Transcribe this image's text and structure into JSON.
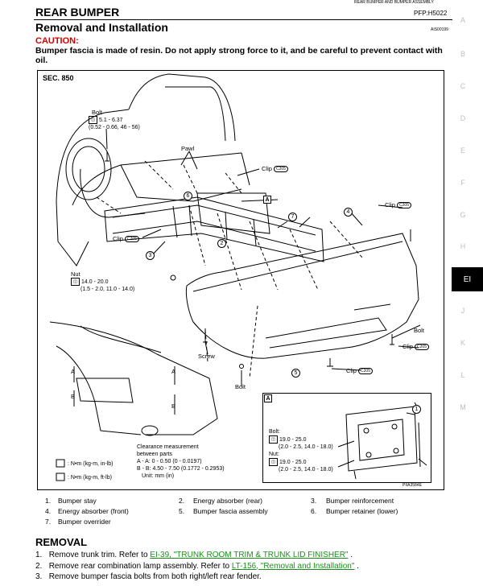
{
  "header": {
    "top_small": "REAR BUMPER AND BUMPER ASSEMBLY",
    "section_title": "REAR BUMPER",
    "pfp_code": "PFP:H5022",
    "subsection_title": "Removal and Installation",
    "art_code": "AIS00199"
  },
  "caution": {
    "heading": "CAUTION:",
    "text": "Bumper fascia is made of resin. Do not apply strong force to it, and be careful to prevent contact with oil."
  },
  "side_index": [
    "A",
    "B",
    "C",
    "D",
    "E",
    "F",
    "G",
    "H",
    "EI",
    "J",
    "K",
    "L",
    "M"
  ],
  "active_tab": "EI",
  "figure": {
    "sec_label": "SEC. 850",
    "bolt_label": "Bolt",
    "bolt_torque_1": "5.1 - 6.37",
    "bolt_torque_1b": "(0.52 - 0.66, 46 - 56)",
    "pawl_label": "Pawl",
    "clip_label": "Clip",
    "clip_code": "C205",
    "nut_label": "Nut",
    "nut_torque_1": "14.0 - 20.0",
    "nut_torque_1b": "(1.5 - 2.0, 11.0 - 14.0)",
    "screw_label": "Screw",
    "bolt_label_2": "Bolt",
    "clearance": [
      "Clearance measurement",
      "between parts",
      "A - A: 0 - 0.50 (0 - 0.0197)",
      "B - B: 4.50 - 7.50 (0.1772 - 0.2953)",
      "Unit: mm (in)"
    ],
    "legend_1": ": N•m (kg-m, in-lb)",
    "legend_2": ": N•m (kg-m, ft-lb)",
    "inset_label": "A",
    "inset_bolt": "Bolt:",
    "inset_bolt_t": "19.0 - 25.0",
    "inset_bolt_tb": "(2.0 - 2.5, 14.0 - 18.0)",
    "inset_nut": "Nut:",
    "inset_nut_t": "19.0 - 25.0",
    "inset_nut_tb": "(2.0 - 2.5, 14.0 - 18.0)",
    "figure_code": "PIIA3584E",
    "letter_a": "A",
    "letter_b": "B"
  },
  "parts": [
    {
      "n": "1.",
      "name": "Bumper stay"
    },
    {
      "n": "2.",
      "name": "Energy absorber (rear)"
    },
    {
      "n": "3.",
      "name": "Bumper reinforcement"
    },
    {
      "n": "4.",
      "name": "Energy absorber (front)"
    },
    {
      "n": "5.",
      "name": "Bumper fascia assembly"
    },
    {
      "n": "6.",
      "name": "Bumper retainer (lower)"
    },
    {
      "n": "7.",
      "name": "Bumper overrider"
    }
  ],
  "removal": {
    "heading": "REMOVAL",
    "steps": [
      {
        "n": "1.",
        "pre": "Remove trunk trim. Refer to ",
        "link": "EI-39, \"TRUNK ROOM TRIM & TRUNK LID FINISHER\"",
        "post": " ."
      },
      {
        "n": "2.",
        "pre": "Remove rear combination lamp assembly. Refer to ",
        "link": "LT-156, \"Removal and Installation\"",
        "post": " ."
      },
      {
        "n": "3.",
        "pre": "Remove bumper fascia bolts from both right/left rear fender.",
        "link": "",
        "post": ""
      }
    ]
  }
}
